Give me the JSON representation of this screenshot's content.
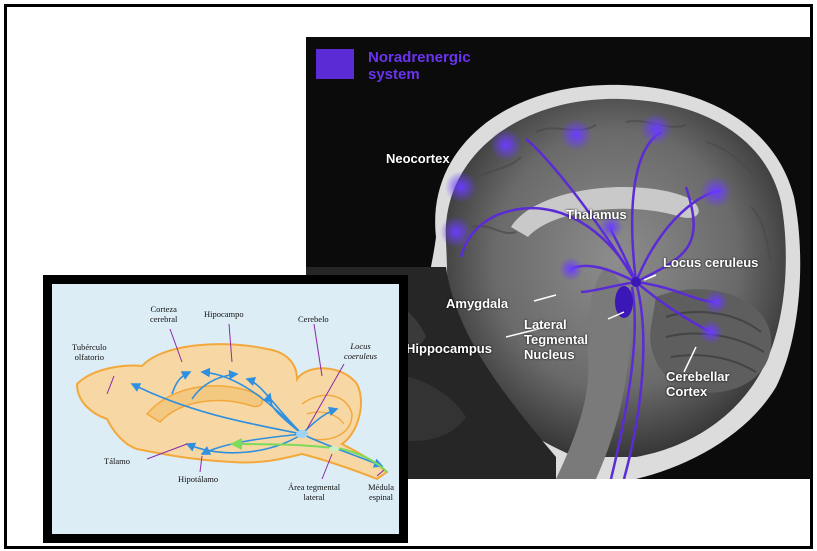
{
  "mri": {
    "legend_title": "Noradrenergic\nsystem",
    "labels": {
      "neocortex": "Neocortex",
      "thalamus": "Thalamus",
      "locus": "Locus ceruleus",
      "amygdala": "Amygdala",
      "lateral": "Lateral\nTegmental\nNucleus",
      "hippocampus": "Hippocampus",
      "cerebellar": "Cerebellar\nCortex"
    },
    "colors": {
      "pathway": "#5b2bd6",
      "label": "#ffffff"
    }
  },
  "rat": {
    "labels": {
      "corteza": "Corteza\ncerebral",
      "hipocampo": "Hipocampo",
      "cerebelo": "Cerebelo",
      "locus": "Locus\ncoeruleus",
      "tuberculo": "Tubérculo\nolfatorio",
      "talamo": "Tálamo",
      "hipotalamo": "Hipotálamo",
      "area": "Área tegmental\nlateral",
      "medula": "Médula\nespinal"
    },
    "colors": {
      "outline": "#f3a83c",
      "blue_path": "#2f8fe0",
      "green_path": "#7ddb5b",
      "pointer": "#8a2aa8",
      "background": "#dcedf6"
    }
  }
}
